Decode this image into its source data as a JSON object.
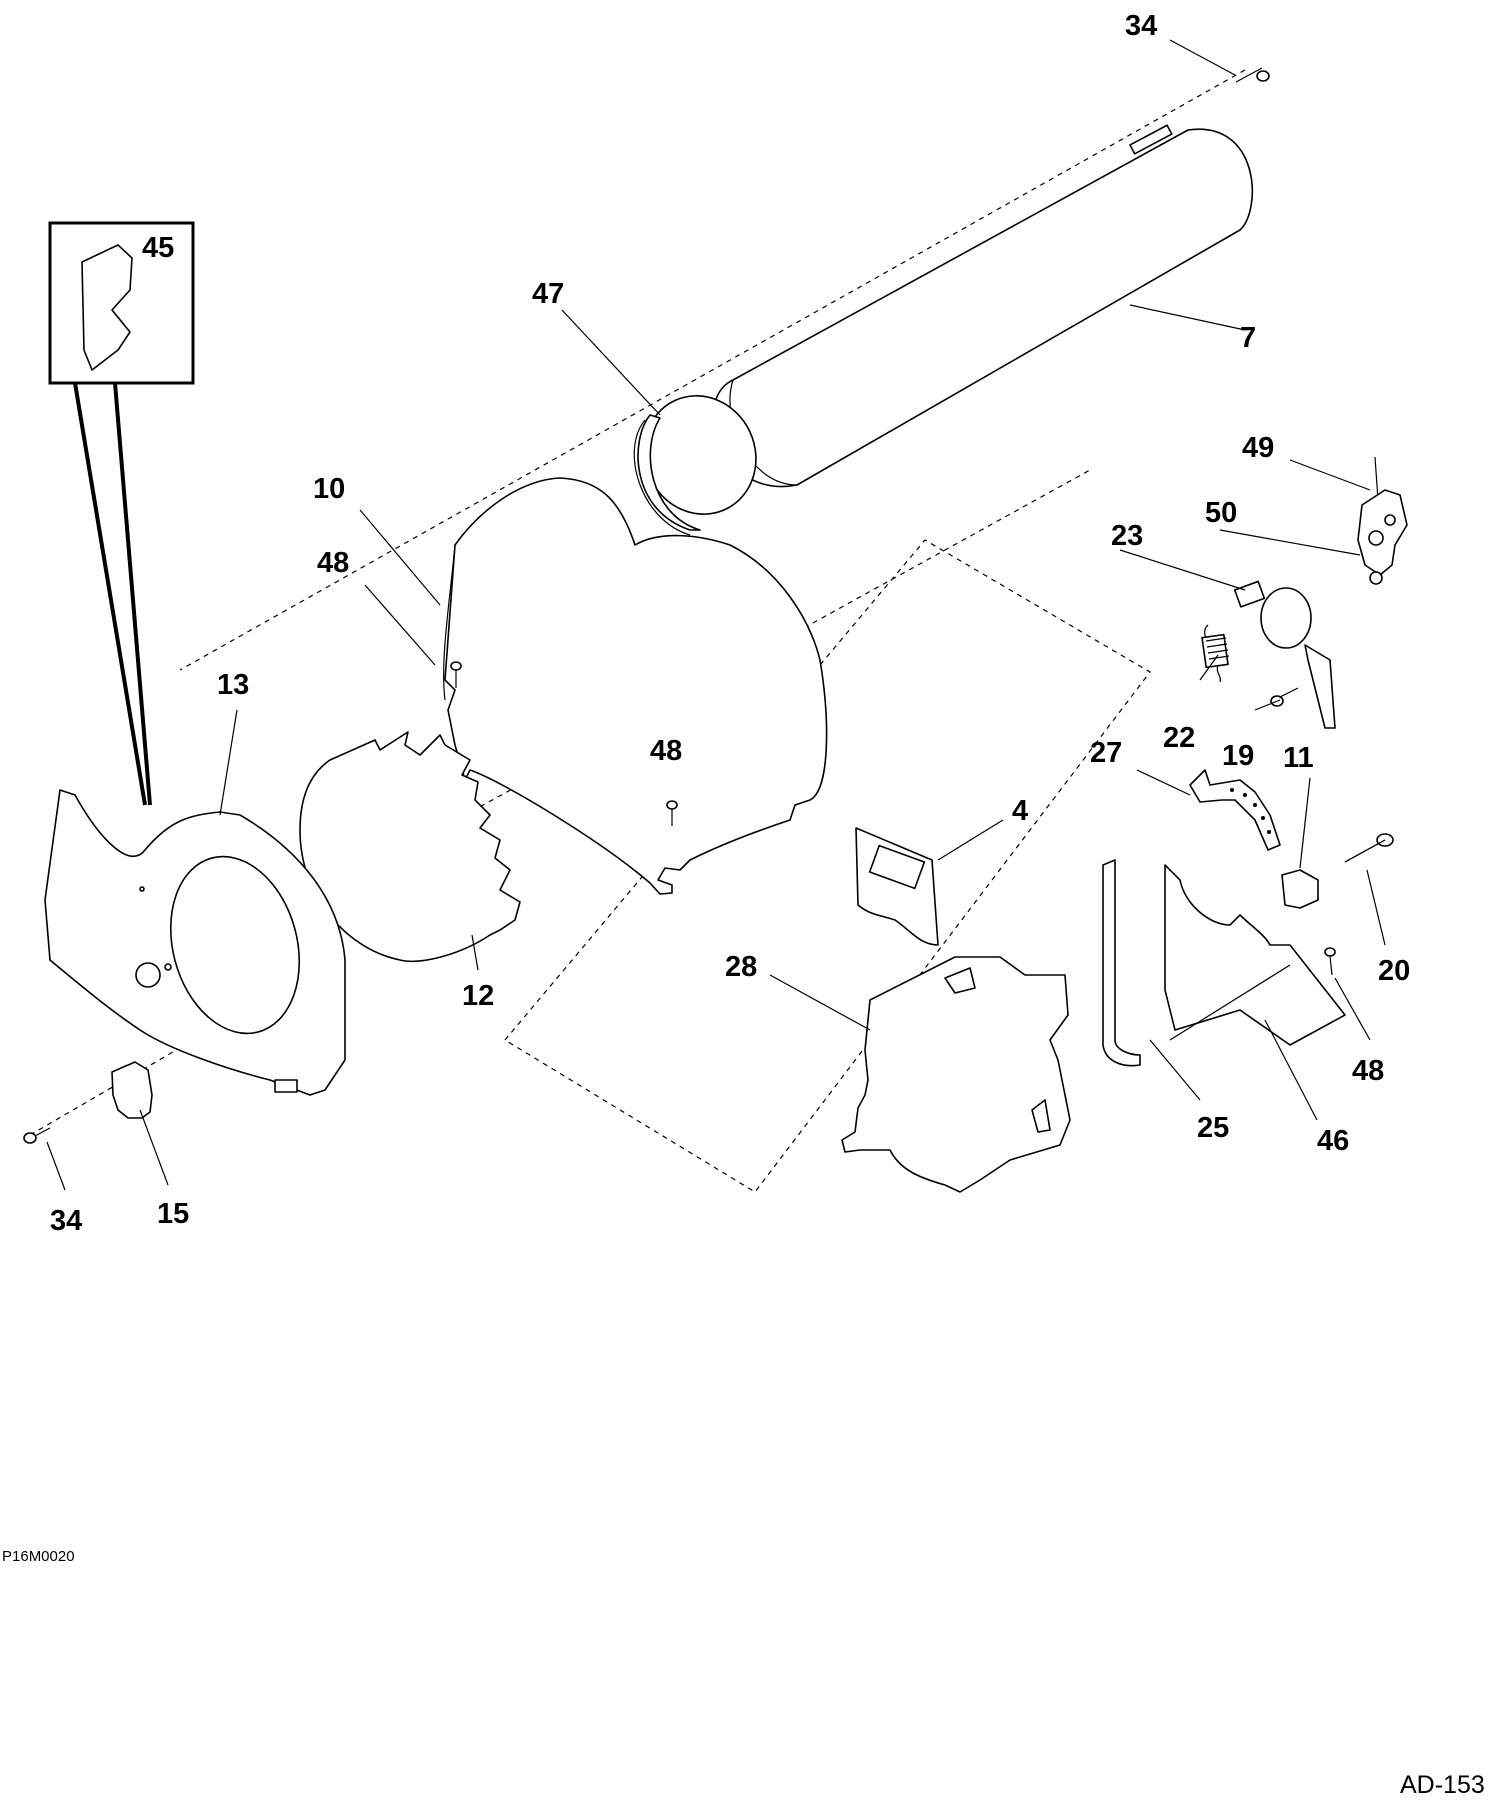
{
  "callouts": [
    {
      "id": "c34a",
      "text": "34"
    },
    {
      "id": "c45",
      "text": "45"
    },
    {
      "id": "c47",
      "text": "47"
    },
    {
      "id": "c7",
      "text": "7"
    },
    {
      "id": "c49",
      "text": "49"
    },
    {
      "id": "c10",
      "text": "10"
    },
    {
      "id": "c50",
      "text": "50"
    },
    {
      "id": "c23",
      "text": "23"
    },
    {
      "id": "c48a",
      "text": "48"
    },
    {
      "id": "c13",
      "text": "13"
    },
    {
      "id": "c48b",
      "text": "48"
    },
    {
      "id": "c22",
      "text": "22"
    },
    {
      "id": "c19",
      "text": "19"
    },
    {
      "id": "c11",
      "text": "11"
    },
    {
      "id": "c27",
      "text": "27"
    },
    {
      "id": "c4",
      "text": "4"
    },
    {
      "id": "c28",
      "text": "28"
    },
    {
      "id": "c20",
      "text": "20"
    },
    {
      "id": "c12",
      "text": "12"
    },
    {
      "id": "c48c",
      "text": "48"
    },
    {
      "id": "c25",
      "text": "25"
    },
    {
      "id": "c46",
      "text": "46"
    },
    {
      "id": "c34b",
      "text": "34"
    },
    {
      "id": "c15",
      "text": "15"
    }
  ],
  "drawing_code": "P16M0020",
  "sheet_number": "AD-153"
}
